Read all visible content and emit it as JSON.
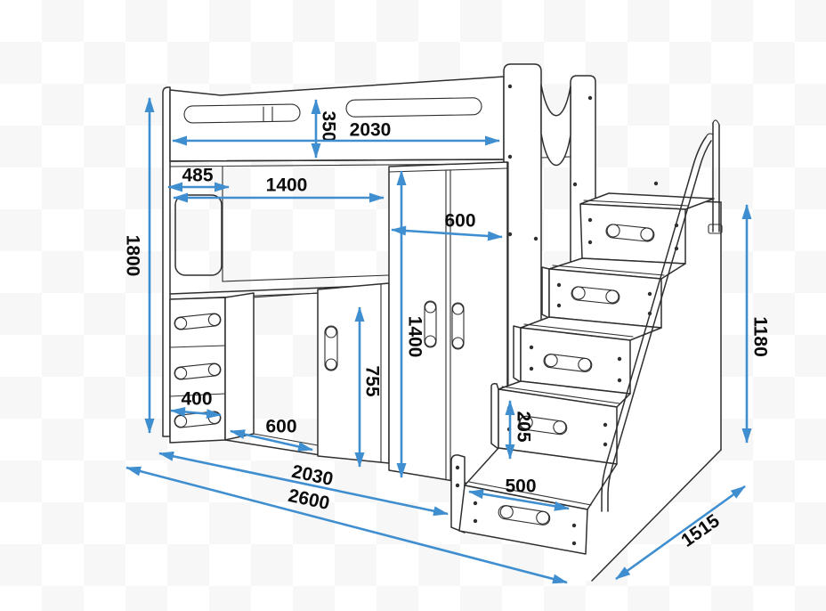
{
  "palette": {
    "accent": "#3e8ed0",
    "line": "#2f2f2f",
    "background": "#ffffff",
    "checker": "#f7f7f7"
  },
  "dimensions": {
    "total_height": "1800",
    "guard_rail_height": "350",
    "bed_length": "2030",
    "shelf_offset": "485",
    "desk_width": "1400",
    "wardrobe_width": "600",
    "wardrobe_height": "1400",
    "drawer_width": "400",
    "under_desk_height": "755",
    "desk_depth": "600",
    "base_length": "2030",
    "total_length": "2600",
    "step_rise": "205",
    "step_drawer_width": "500",
    "total_depth": "1515",
    "stairs_height": "1180"
  }
}
